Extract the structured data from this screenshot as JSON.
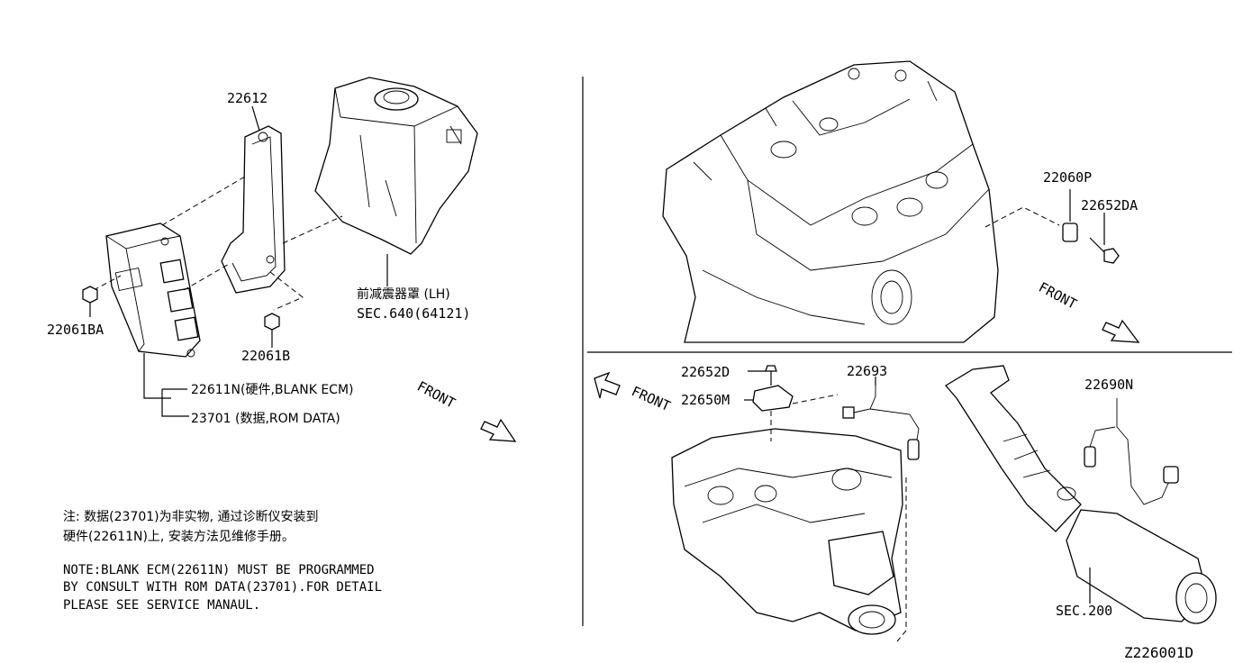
{
  "parts": {
    "p22612": "22612",
    "p22061BA": "22061BA",
    "p22061B": "22061B",
    "p22611N": "22611N(硬件,BLANK ECM)",
    "p23701": "23701 (数据,ROM DATA)",
    "strut_cn": "前减震器罩 (LH)",
    "strut_sec": "SEC.640(64121)",
    "p22060P": "22060P",
    "p22652DA": "22652DA",
    "p22652D": "22652D",
    "p22650M": "22650M",
    "p22693": "22693",
    "p22690N": "22690N",
    "sec200": "SEC.200"
  },
  "front_labels": {
    "top_left": "FRONT",
    "top_right": "FRONT",
    "bottom_left": "FRONT"
  },
  "notes": {
    "cn_line1": "注: 数据(23701)为非实物, 通过诊断仪安装到",
    "cn_line2": "硬件(22611N)上, 安装方法见维修手册。",
    "en_line1": "NOTE:BLANK ECM(22611N) MUST BE PROGRAMMED",
    "en_line2": "BY CONSULT WITH ROM DATA(23701).FOR DETAIL",
    "en_line3": "PLEASE SEE SERVICE MANAUL."
  },
  "diagram_id": "Z226001D"
}
